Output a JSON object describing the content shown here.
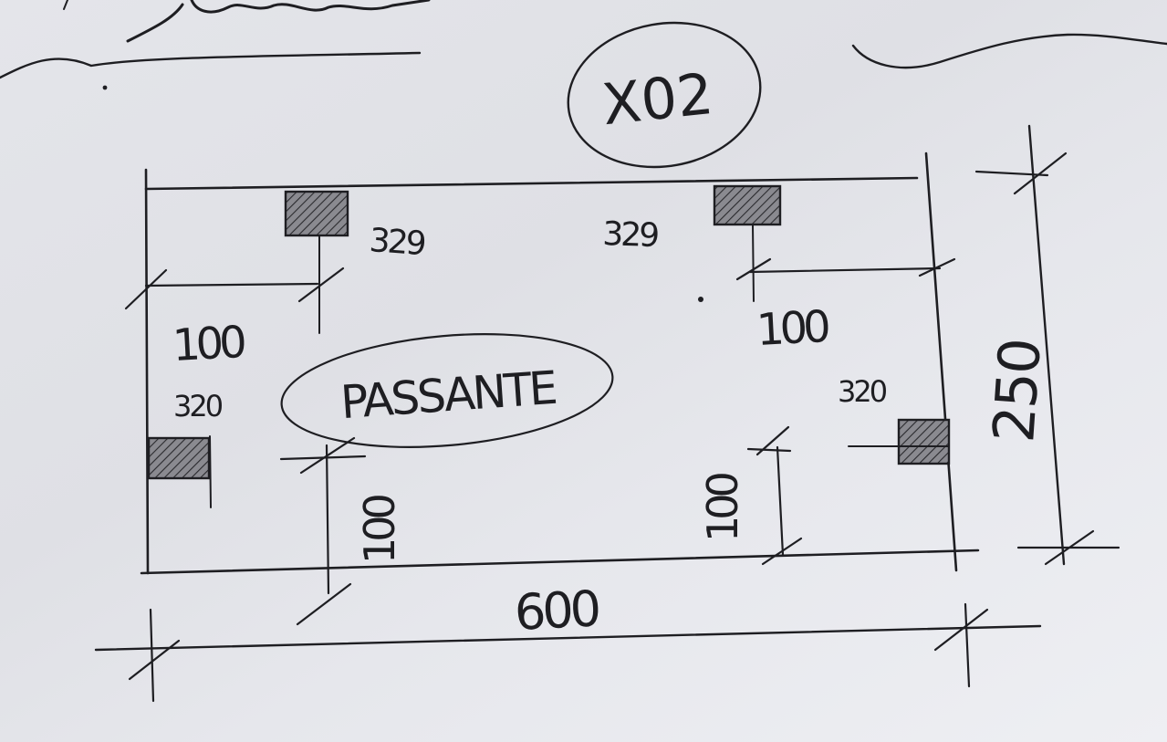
{
  "sheet_label": "X02",
  "room_label": "PASSANTE",
  "overall_width": "600",
  "overall_height": "250",
  "sockets": [
    {
      "id": "top-left",
      "height_label": "329",
      "offset_label": "100"
    },
    {
      "id": "top-right",
      "height_label": "329",
      "offset_label": "100"
    },
    {
      "id": "left-wall",
      "height_label": "320",
      "offset_label": "100"
    },
    {
      "id": "right-wall",
      "height_label": "320",
      "offset_label": "100"
    }
  ],
  "colors": {
    "paper": "#e4e5ea",
    "ink": "#1e1e22",
    "hatch": "#6e6e74"
  }
}
